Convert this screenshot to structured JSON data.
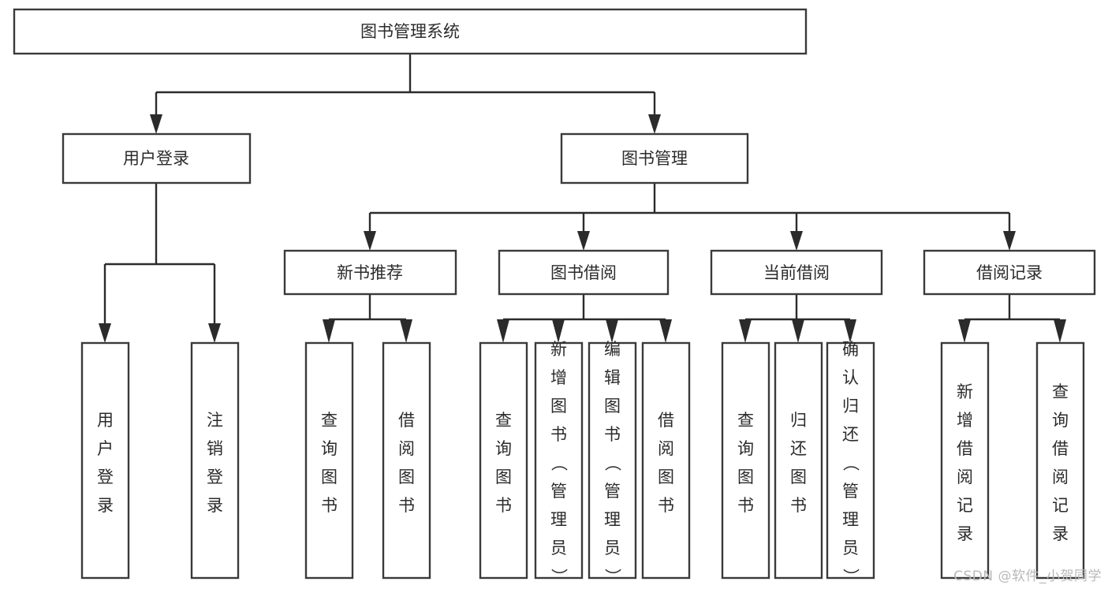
{
  "diagram": {
    "type": "tree-hierarchy",
    "title": "图书管理系统",
    "watermark": "CSDN @软件_小贺同学",
    "colors": {
      "box_stroke": "#3a3a3a",
      "connector": "#2b2b2b",
      "text": "#2b2b2b",
      "background": "#ffffff",
      "watermark": "#b9b9b9"
    },
    "nodes": {
      "root": {
        "label": "图书管理系统",
        "level": 1,
        "orientation": "horizontal"
      },
      "l2": [
        {
          "id": "user-login",
          "label": "用户登录",
          "level": 2,
          "orientation": "horizontal"
        },
        {
          "id": "book-manage",
          "label": "图书管理",
          "level": 2,
          "orientation": "horizontal"
        }
      ],
      "l3": [
        {
          "id": "new-book-rec",
          "label": "新书推荐",
          "level": 3,
          "orientation": "horizontal"
        },
        {
          "id": "book-borrow",
          "label": "图书借阅",
          "level": 3,
          "orientation": "horizontal"
        },
        {
          "id": "current-borrow",
          "label": "当前借阅",
          "level": 3,
          "orientation": "horizontal"
        },
        {
          "id": "borrow-record",
          "label": "借阅记录",
          "level": 3,
          "orientation": "horizontal"
        }
      ],
      "leaves": [
        {
          "id": "leaf-user-login",
          "label": "用户登录",
          "parent": "user-login",
          "orientation": "vertical"
        },
        {
          "id": "leaf-logout-login",
          "label": "注销登录",
          "parent": "user-login",
          "orientation": "vertical"
        },
        {
          "id": "leaf-query-book-1",
          "label": "查询图书",
          "parent": "new-book-rec",
          "orientation": "vertical"
        },
        {
          "id": "leaf-borrow-book-1",
          "label": "借阅图书",
          "parent": "new-book-rec",
          "orientation": "vertical"
        },
        {
          "id": "leaf-query-book-2",
          "label": "查询图书",
          "parent": "book-borrow",
          "orientation": "vertical"
        },
        {
          "id": "leaf-add-book",
          "label": "新增图书（管理员）",
          "parent": "book-borrow",
          "orientation": "vertical"
        },
        {
          "id": "leaf-edit-book",
          "label": "编辑图书（管理员）",
          "parent": "book-borrow",
          "orientation": "vertical"
        },
        {
          "id": "leaf-borrow-book-2",
          "label": "借阅图书",
          "parent": "book-borrow",
          "orientation": "vertical"
        },
        {
          "id": "leaf-query-book-3",
          "label": "查询图书",
          "parent": "current-borrow",
          "orientation": "vertical"
        },
        {
          "id": "leaf-return-book",
          "label": "归还图书",
          "parent": "current-borrow",
          "orientation": "vertical"
        },
        {
          "id": "leaf-confirm-return",
          "label": "确认归还（管理员）",
          "parent": "current-borrow",
          "orientation": "vertical"
        },
        {
          "id": "leaf-add-record",
          "label": "新增借阅记录",
          "parent": "borrow-record",
          "orientation": "vertical"
        },
        {
          "id": "leaf-query-record",
          "label": "查询借阅记录",
          "parent": "borrow-record",
          "orientation": "vertical"
        }
      ]
    }
  }
}
